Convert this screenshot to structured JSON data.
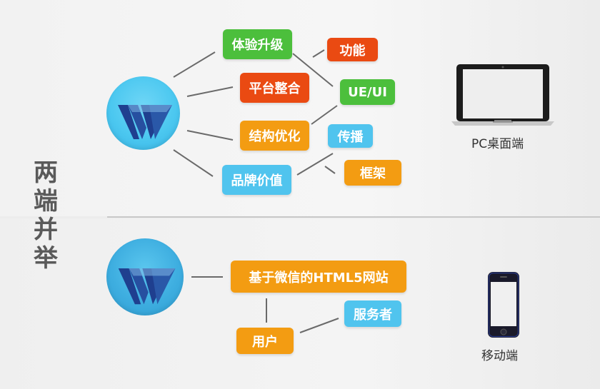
{
  "side_title": [
    "两",
    "端",
    "并",
    "举"
  ],
  "pc": {
    "nodes": {
      "experience": "体验升级",
      "function": "功能",
      "platform": "平台整合",
      "ueui": "UE/UI",
      "structure": "结构优化",
      "spread": "传播",
      "brand": "品牌价值",
      "framework": "框架"
    },
    "device_label": "PC桌面端"
  },
  "mobile": {
    "nodes": {
      "website": "基于微信的HTML5网站",
      "service": "服务者",
      "user": "用户"
    },
    "device_label": "移动端"
  },
  "colors": {
    "green": "#4cbf3c",
    "red": "#ea4a12",
    "orange": "#f39c12",
    "blue": "#50c4ee",
    "logo_top": "#4cc8f0",
    "logo_bottom": "#3aa4d8",
    "logo_mark": "#1f3f8f"
  }
}
